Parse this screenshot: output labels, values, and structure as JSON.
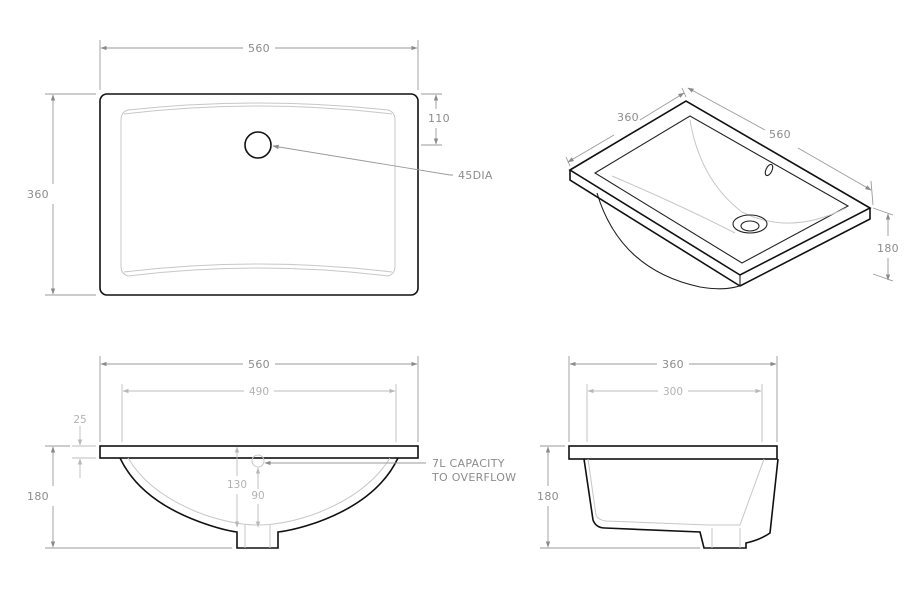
{
  "top_view": {
    "width_label": "560",
    "height_label": "360",
    "hole_offset_label": "110",
    "hole_dia_label": "45DIA"
  },
  "iso_view": {
    "depth_label": "360",
    "width_label": "560",
    "height_label": "180"
  },
  "front_view": {
    "outer_width_label": "560",
    "inner_width_label": "490",
    "rim_label": "25",
    "height_label": "180",
    "overflow_height_label": "130",
    "drain_height_label": "90",
    "capacity_line1": "7L CAPACITY",
    "capacity_line2": "TO OVERFLOW"
  },
  "side_view": {
    "outer_width_label": "360",
    "inner_width_label": "300",
    "height_label": "180"
  },
  "colors": {
    "outline": "#111111",
    "dimension": "#9a9a9a",
    "inner_line": "#c7c7c7"
  }
}
